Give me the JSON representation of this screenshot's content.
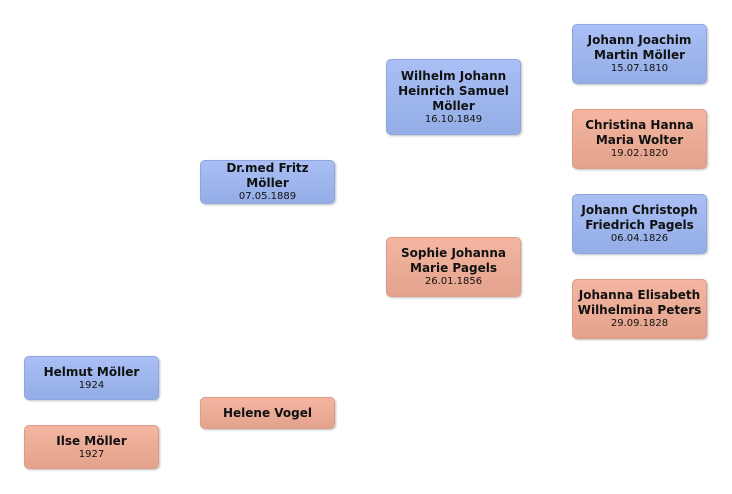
{
  "colors": {
    "male": "#a0b6ee",
    "female": "#eeac97"
  },
  "people": {
    "helmut": {
      "name": "Helmut Möller",
      "date": "1924",
      "gender": "male"
    },
    "ilse": {
      "name": "Ilse Möller",
      "date": "1927",
      "gender": "female"
    },
    "fritz": {
      "name": "Dr.med Fritz Möller",
      "date": "07.05.1889",
      "gender": "male"
    },
    "helene": {
      "name": "Helene Vogel",
      "date": "",
      "gender": "female"
    },
    "wilhelm": {
      "name": "Wilhelm Johann Heinrich Samuel Möller",
      "date": "16.10.1849",
      "gender": "male"
    },
    "sophie": {
      "name": "Sophie Johanna Marie Pagels",
      "date": "26.01.1856",
      "gender": "female"
    },
    "johann_joachim": {
      "name": "Johann Joachim Martin Möller",
      "date": "15.07.1810",
      "gender": "male"
    },
    "christina": {
      "name": "Christina Hanna Maria Wolter",
      "date": "19.02.1820",
      "gender": "female"
    },
    "johann_christoph": {
      "name": "Johann Christoph Friedrich Pagels",
      "date": "06.04.1826",
      "gender": "male"
    },
    "johanna": {
      "name": "Johanna Elisabeth Wilhelmina Peters",
      "date": "29.09.1828",
      "gender": "female"
    }
  }
}
